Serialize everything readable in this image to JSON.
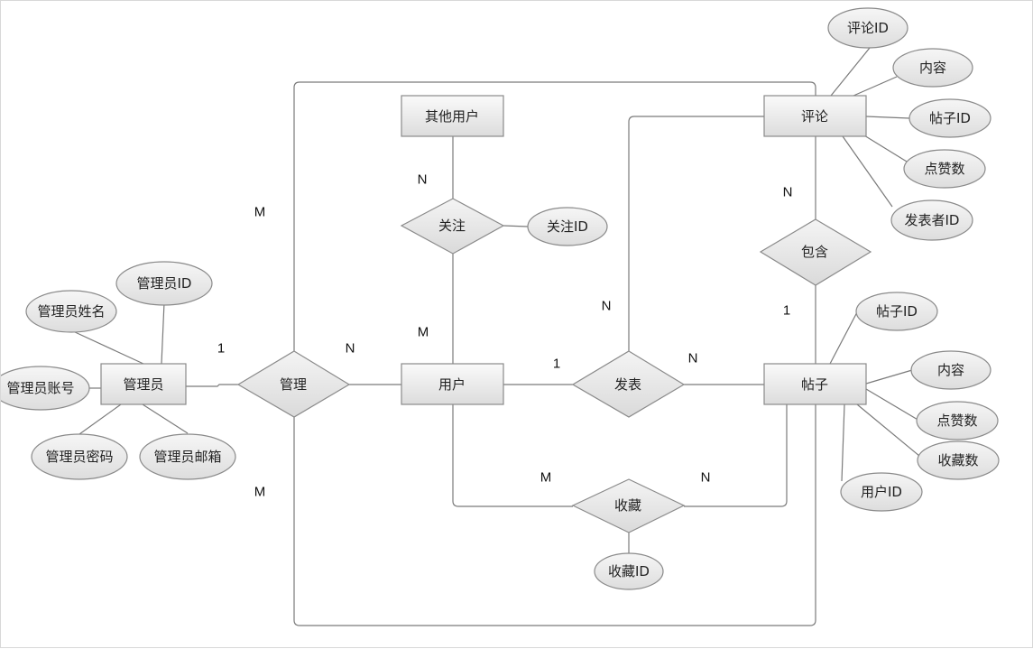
{
  "colors": {
    "stroke": "#8a8a8a",
    "line": "#7a7a7a",
    "fill_top": "#fafafa",
    "fill_bottom": "#dcdcdc"
  },
  "entities": {
    "admin": "管理员",
    "user": "用户",
    "other_user": "其他用户",
    "post": "帖子",
    "comment": "评论"
  },
  "relationships": {
    "manage": "管理",
    "follow": "关注",
    "publish": "发表",
    "collect": "收藏",
    "contain": "包含"
  },
  "attributes": {
    "admin_id": "管理员ID",
    "admin_name": "管理员姓名",
    "admin_account": "管理员账号",
    "admin_password": "管理员密码",
    "admin_email": "管理员邮箱",
    "follow_id": "关注ID",
    "collect_id": "收藏ID",
    "comment_id": "评论ID",
    "comment_content": "内容",
    "comment_post_id": "帖子ID",
    "comment_likes": "点赞数",
    "comment_author_id": "发表者ID",
    "post_id": "帖子ID",
    "post_content": "内容",
    "post_likes": "点赞数",
    "post_collects": "收藏数",
    "post_user_id": "用户ID"
  },
  "cardinalities": {
    "manage_top_m": "M",
    "manage_bottom_m": "M",
    "admin_one": "1",
    "manage_user_n": "N",
    "follow_n": "N",
    "follow_m": "M",
    "publish_user_one": "1",
    "publish_post_n": "N",
    "publish_comment_n": "N",
    "contain_n": "N",
    "contain_one": "1",
    "collect_m": "M",
    "collect_n": "N"
  }
}
